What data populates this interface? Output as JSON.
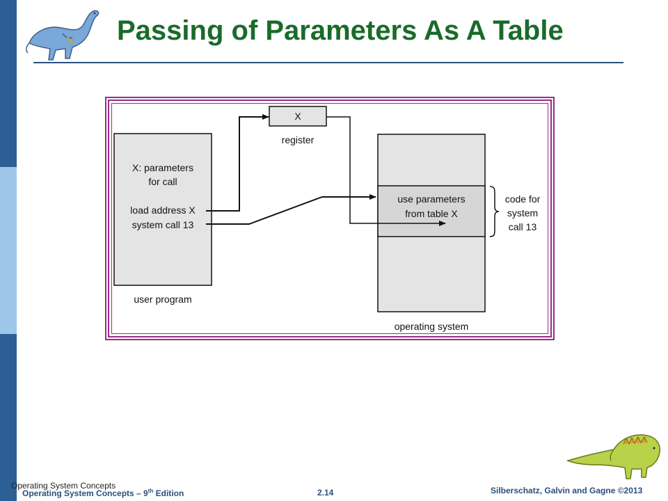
{
  "slide": {
    "title": "Passing of Parameters As A Table",
    "colors": {
      "title": "#1a6b2a",
      "accent": "#2c4f7c",
      "frame": "#9b2a8a",
      "box_fill": "#e4e4e4",
      "highlight_fill": "#d6d6d6"
    }
  },
  "diagram": {
    "register_value": "X",
    "register_label": "register",
    "user_program_line1": "X: parameters",
    "user_program_line2": "for call",
    "user_program_line3": "load address X",
    "user_program_line4": "system call 13",
    "user_program_label": "user program",
    "os_table_line1": "use parameters",
    "os_table_line2": "from table X",
    "os_label": "operating system",
    "code_line1": "code for",
    "code_line2": "system",
    "code_line3": "call 13"
  },
  "footer": {
    "small_title": "Operating System Concepts",
    "left_prefix": "Operating System Concepts – 9",
    "left_sup": "th",
    "left_suffix": " Edition",
    "page": "2.14",
    "right": "Silberschatz, Galvin and Gagne ©2013"
  },
  "icons": {
    "top_left": "dinosaur-logo-icon",
    "bottom_right": "dinosaur-logo-icon"
  }
}
